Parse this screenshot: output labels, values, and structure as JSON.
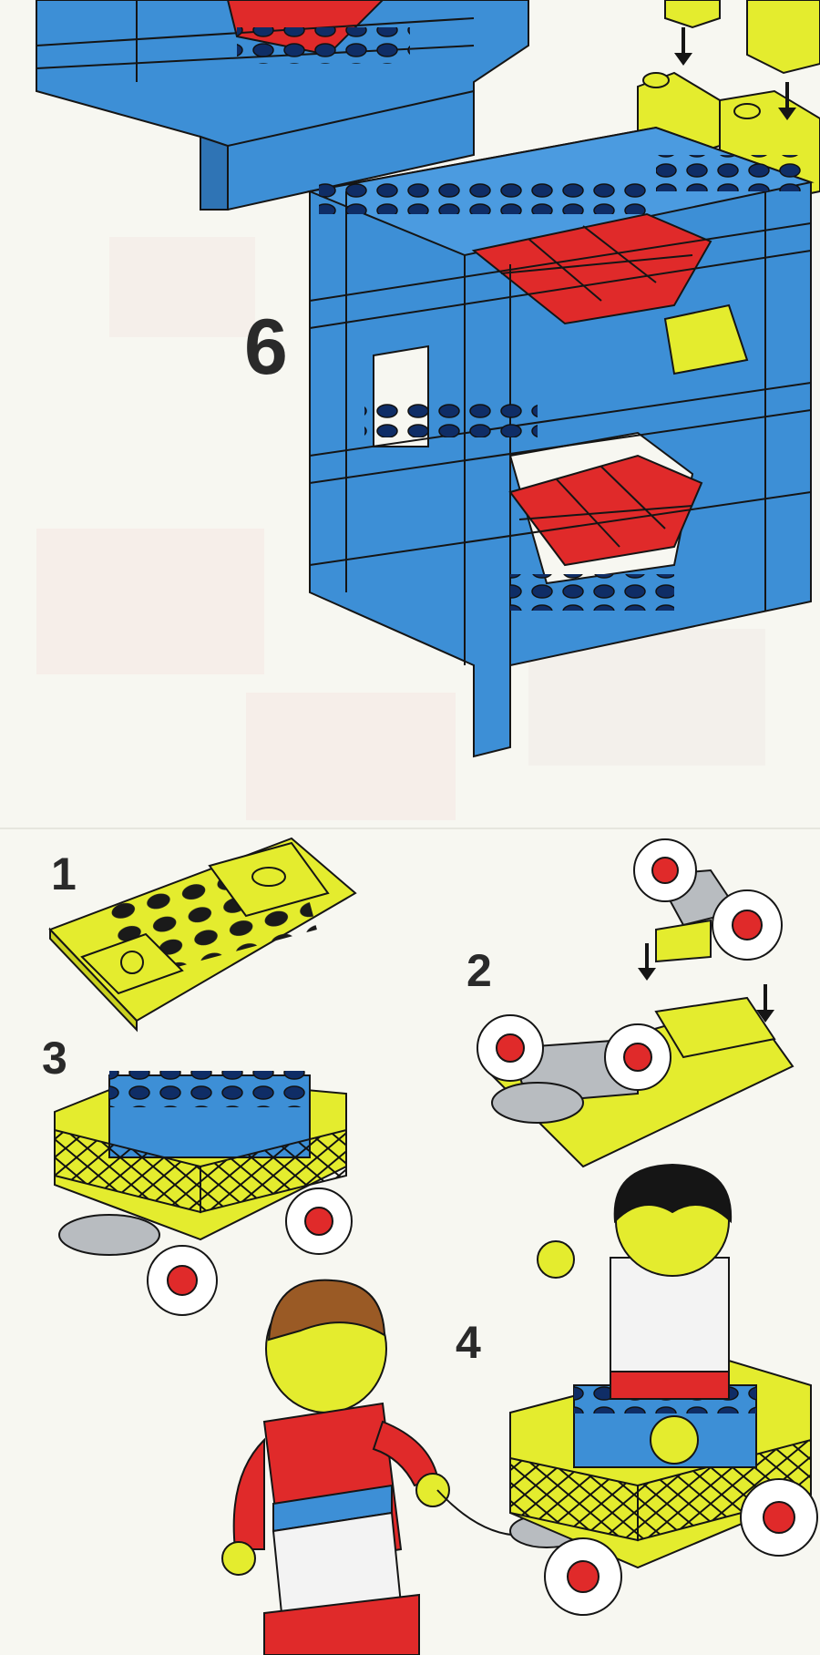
{
  "steps": {
    "s6": "6",
    "s1": "1",
    "s2": "2",
    "s3": "3",
    "s4": "4"
  },
  "colors": {
    "paper": "#f7f7f1",
    "blue": "#3d8fd6",
    "red": "#e02a2a",
    "yellow": "#e4ec2e",
    "gray": "#b8bcc0",
    "outline": "#151515"
  },
  "icons": {
    "arrow": "down-arrow-icon"
  }
}
